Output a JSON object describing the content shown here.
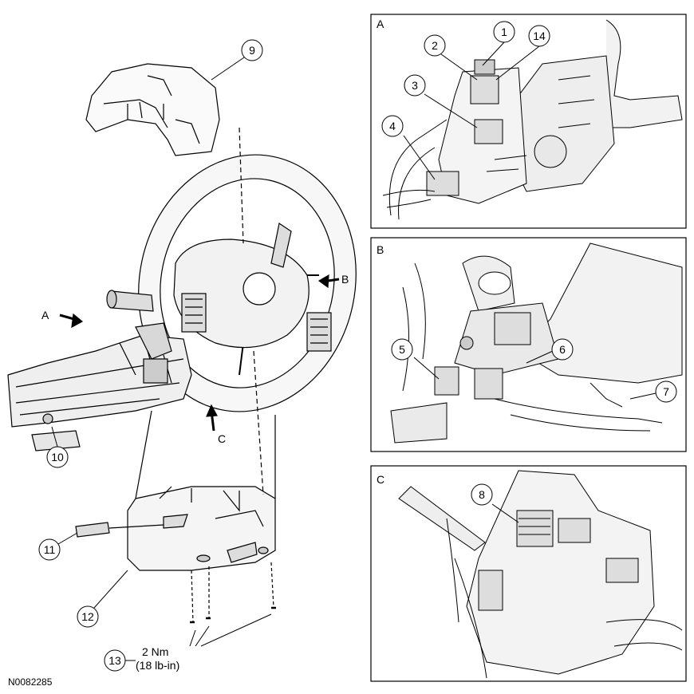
{
  "figure_id": "N0082285",
  "panels": [
    {
      "letter": "A"
    },
    {
      "letter": "B"
    },
    {
      "letter": "C"
    }
  ],
  "view_arrows": [
    "A",
    "B",
    "C"
  ],
  "callouts": [
    "1",
    "2",
    "3",
    "4",
    "5",
    "6",
    "7",
    "8",
    "9",
    "10",
    "11",
    "12",
    "13",
    "14"
  ],
  "torque_spec": {
    "metric": "2 Nm",
    "imperial": "(18 lb-in)"
  }
}
